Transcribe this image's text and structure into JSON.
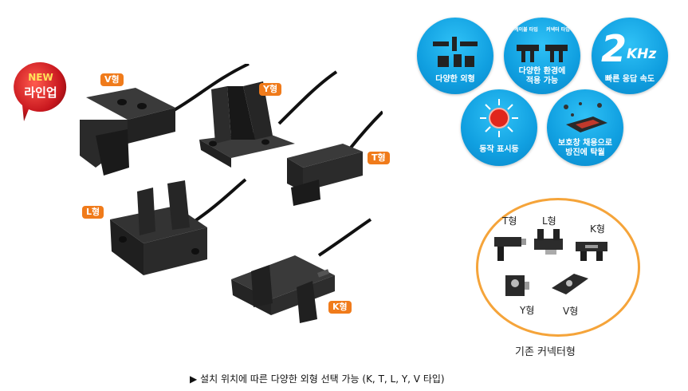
{
  "badge": {
    "new": "NEW",
    "lineup": "라인업"
  },
  "products": [
    {
      "id": "v",
      "label": "V형"
    },
    {
      "id": "y",
      "label": "Y형"
    },
    {
      "id": "t",
      "label": "T형"
    },
    {
      "id": "l",
      "label": "L형"
    },
    {
      "id": "k",
      "label": "K형"
    }
  ],
  "features": [
    {
      "id": "variety",
      "label": "다양한 외형",
      "icon": "sensor-shapes-icon"
    },
    {
      "id": "env",
      "label_line1": "다양한 환경에",
      "label_line2": "적용 가능",
      "sub1": "케이블 타입",
      "sub2": "커넥터 타입",
      "icon": "cable-connector-icon"
    },
    {
      "id": "speed",
      "big": "2",
      "unit": "KHz",
      "label": "빠른 응답 속도",
      "icon": "speed-icon"
    },
    {
      "id": "indicator",
      "label": "동작 표시등",
      "icon": "led-icon"
    },
    {
      "id": "protect",
      "label_line1": "보호창 채용으로",
      "label_line2": "방진에 탁월",
      "icon": "dust-protection-icon"
    }
  ],
  "connector_types": {
    "items": [
      "T형",
      "L형",
      "K형",
      "Y형",
      "V형"
    ],
    "title": "기존 커넥터형"
  },
  "caption": "▶ 설치 위치에 따른 다양한 외형 선택 가능 (K, T, L, Y, V 타입)",
  "colors": {
    "accent_orange": "#f07b1b",
    "feature_blue": "#109fe0",
    "badge_red": "#c8171e",
    "ring_orange": "#f5a43a"
  }
}
